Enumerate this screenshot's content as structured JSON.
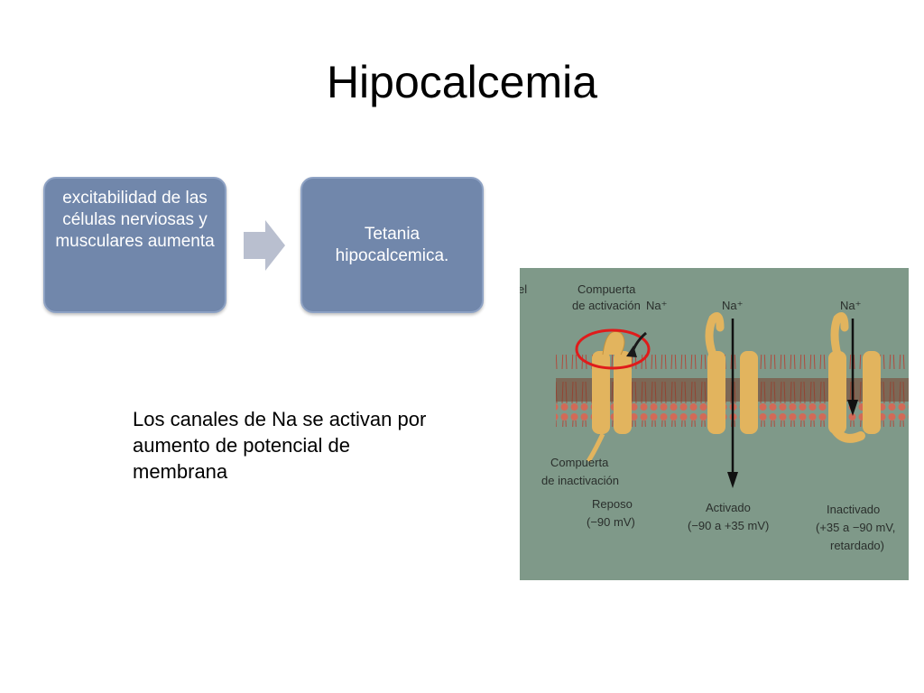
{
  "slide": {
    "title": "Hipocalcemia"
  },
  "flow": {
    "box1_text": "excitabilidad de las células nerviosas y musculares aumenta",
    "box2_text": "Tetania hipocalcemica."
  },
  "note": {
    "text": "Los canales de Na se activan por aumento de potencial de membrana"
  },
  "figure": {
    "labels": {
      "activation_gate": [
        "Compuerta",
        "de activación"
      ],
      "inactivation_gate": [
        "Compuerta",
        "de inactivación"
      ],
      "na_1": "Na⁺",
      "na_2": "Na⁺",
      "na_3": "Na⁺",
      "state_rest": [
        "Reposo",
        "(−90 mV)"
      ],
      "state_active": [
        "Activado",
        "(−90 a +35 mV)"
      ],
      "state_inactive": [
        "Inactivado",
        "(+35 a −90 mV,",
        "retardado)"
      ]
    },
    "colors": {
      "background": "#7f9989",
      "membrane": "#7a3f2c",
      "lipid_head": "#d26a57",
      "channel": "#e2b45e",
      "highlight_circle": "#e01b1b"
    }
  }
}
